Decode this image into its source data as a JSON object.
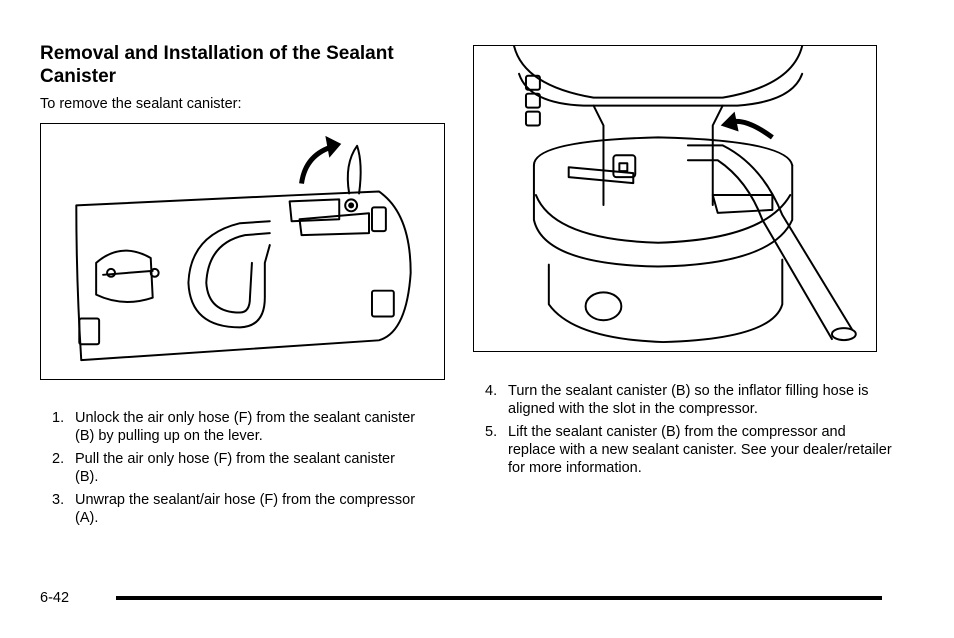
{
  "section": {
    "title": "Removal and Installation of the Sealant Canister",
    "intro": "To remove the sealant canister:"
  },
  "steps_left": [
    {
      "num": "1.",
      "text": "Unlock the air only hose (F) from the sealant canister (B) by pulling up on the lever."
    },
    {
      "num": "2.",
      "text": "Pull the air only hose (F) from the sealant canister (B)."
    },
    {
      "num": "3.",
      "text": "Unwrap the sealant/air hose (F) from the compressor (A)."
    }
  ],
  "steps_right": [
    {
      "num": "4.",
      "text": "Turn the sealant canister (B) so the inflator filling hose is aligned with the slot in the compressor."
    },
    {
      "num": "5.",
      "text": "Lift the sealant canister (B) from the compressor and replace with a new sealant canister. See your dealer/retailer for more information."
    }
  ],
  "footer": {
    "page_number": "6-42"
  }
}
